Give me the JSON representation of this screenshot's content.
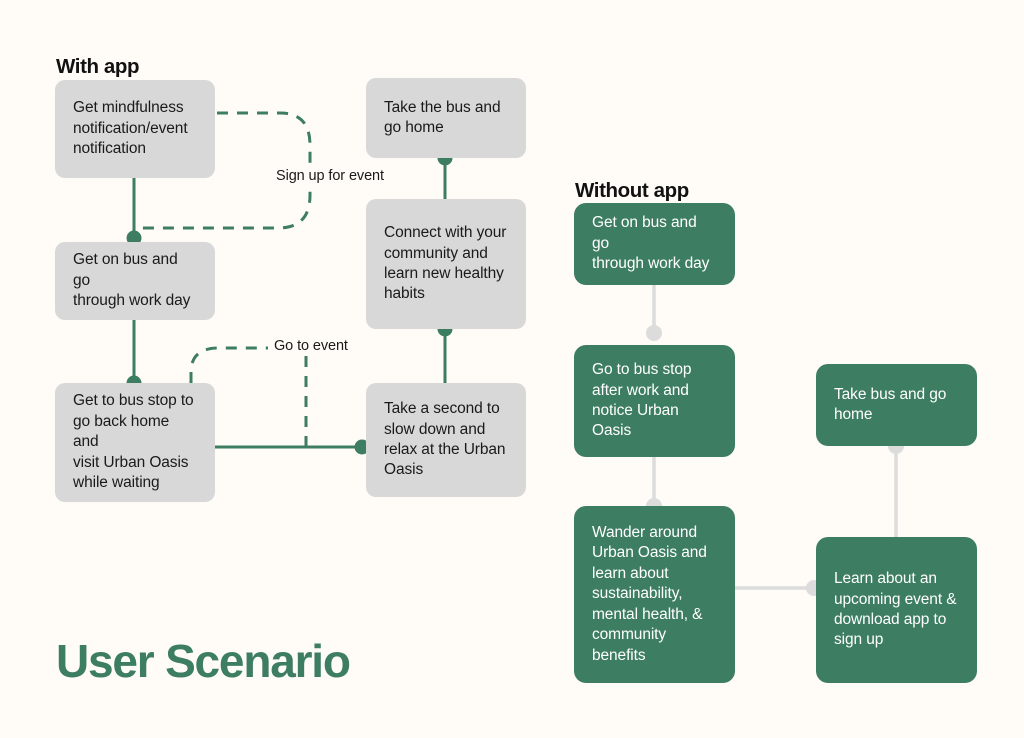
{
  "canvas": {
    "background_color": "#fffcf7",
    "accent_green": "#3d7d62",
    "node_gray": "#d8d8d8",
    "wire_gray": "#dcdcdc"
  },
  "page_title": "User Scenario",
  "sections": {
    "with_app": {
      "heading": "With app"
    },
    "without_app": {
      "heading": "Without app"
    }
  },
  "with_app_nodes": [
    {
      "id": "wa-1",
      "label": "Get mindfulness\nnotification/event\nnotification"
    },
    {
      "id": "wa-2",
      "label": "Get on bus and go\nthrough work day"
    },
    {
      "id": "wa-3",
      "label": "Get to bus stop to\ngo back home and\nvisit Urban Oasis\nwhile waiting"
    },
    {
      "id": "wa-4",
      "label": "Take the bus and\ngo home"
    },
    {
      "id": "wa-5",
      "label": "Connect with your\ncommunity and\nlearn new healthy\nhabits"
    },
    {
      "id": "wa-6",
      "label": "Take a second to\nslow down and\nrelax at the Urban\nOasis"
    }
  ],
  "with_app_edge_labels": [
    {
      "id": "sign-up-for-event",
      "label": "Sign up for event"
    },
    {
      "id": "go-to-event",
      "label": "Go to event"
    }
  ],
  "without_app_nodes": [
    {
      "id": "woa-1",
      "label": "Get on bus and go\nthrough work day"
    },
    {
      "id": "woa-2",
      "label": "Go to bus stop\nafter work and\nnotice Urban Oasis"
    },
    {
      "id": "woa-3",
      "label": "Wander around\nUrban Oasis and\nlearn about\nsustainability,\nmental health, &\ncommunity\nbenefits"
    },
    {
      "id": "woa-4",
      "label": "Take bus and go\nhome"
    },
    {
      "id": "woa-5",
      "label": "Learn about an\nupcoming event &\ndownload app to\nsign up"
    }
  ]
}
